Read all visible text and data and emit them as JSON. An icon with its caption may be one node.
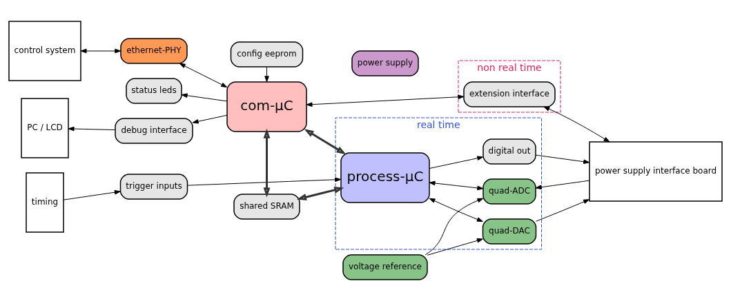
{
  "diagram": {
    "nodes": [
      {
        "text": [
          "control system"
        ]
      },
      {
        "text": [
          "PC / LCD"
        ]
      },
      {
        "text": [
          "timing"
        ]
      },
      {
        "text": [
          "status leds"
        ]
      },
      {
        "text": [
          "ethernet-PHY"
        ]
      },
      {
        "text": [
          "debug interface"
        ]
      },
      {
        "text": [
          "trigger inputs"
        ]
      },
      {
        "text": [
          "com-µC"
        ]
      },
      {
        "text": [
          "config eeprom"
        ]
      },
      {
        "text": [
          "shared SRAM"
        ]
      },
      {
        "text": [
          "non real time"
        ]
      },
      {
        "text": [
          "extension interface"
        ],
        "in": 10
      },
      {
        "text": [
          "real time"
        ]
      },
      {
        "text": [
          "process-µC"
        ],
        "in": 12
      },
      {
        "text": [
          "digital out"
        ],
        "in": 12
      },
      {
        "text": [
          "quad-DAC"
        ],
        "in": 12
      },
      {
        "text": [
          "quad-ADC"
        ],
        "in": 12
      },
      {
        "text": [
          "power supply"
        ]
      },
      {
        "text": [
          "voltage reference"
        ]
      },
      {
        "text": [
          "power supply interface board"
        ]
      }
    ],
    "edges": [
      {
        "from": 7,
        "to": 3,
        "arrow": "to"
      },
      {
        "from": 7,
        "to": 11,
        "arrow": "both"
      },
      {
        "from": 0,
        "to": 4,
        "arrow": "both"
      },
      {
        "from": 4,
        "to": 7,
        "arrow": "both"
      },
      {
        "from": 7,
        "to": 5,
        "arrow": "to"
      },
      {
        "from": 5,
        "to": 1,
        "arrow": "to"
      },
      {
        "from": 2,
        "to": 6,
        "arrow": "to"
      },
      {
        "from": 6,
        "to": 13,
        "arrow": "to"
      },
      {
        "from": 8,
        "to": 7,
        "arrow": "to"
      },
      {
        "from": 7,
        "to": 13,
        "arrow": "both",
        "style": "thick"
      },
      {
        "from": 7,
        "to": 9,
        "arrow": "both",
        "style": "thick"
      },
      {
        "from": 13,
        "to": 9,
        "arrow": "both",
        "style": "thick"
      },
      {
        "from": 11,
        "to": 19,
        "arrow": "both"
      },
      {
        "from": 13,
        "to": 14,
        "arrow": "to"
      },
      {
        "from": 14,
        "to": 19,
        "arrow": "to"
      },
      {
        "from": 13,
        "to": 15,
        "arrow": "both"
      },
      {
        "from": 15,
        "to": 19,
        "arrow": "to"
      },
      {
        "from": 13,
        "to": 16,
        "arrow": "both"
      },
      {
        "from": 19,
        "to": 16,
        "arrow": "to"
      },
      {
        "from": 18,
        "to": 15,
        "arrow": "to"
      },
      {
        "from": 18,
        "to": 16,
        "arrow": "to"
      }
    ]
  }
}
